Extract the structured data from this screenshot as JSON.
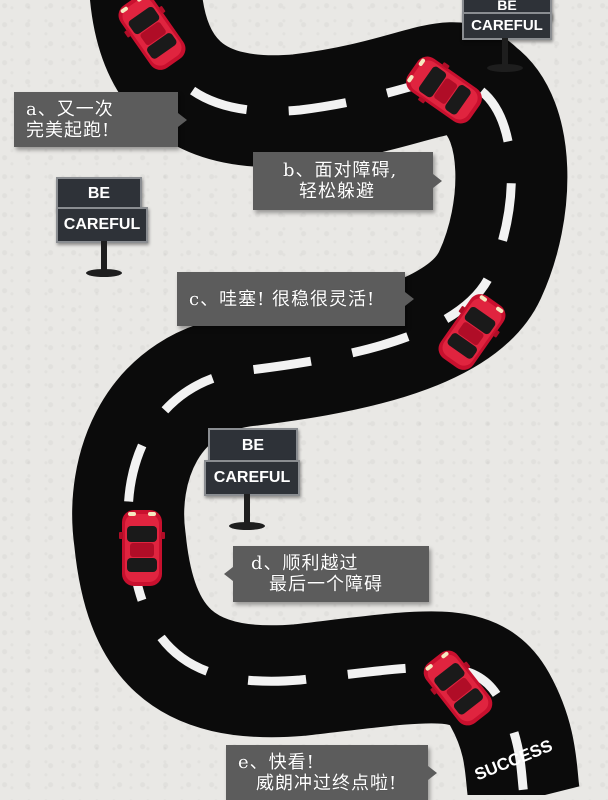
{
  "bubbles": {
    "a": {
      "line1": "a、又一次",
      "line2": "完美起跑!"
    },
    "b": {
      "line1": "b、面对障碍,",
      "line2": "轻松躲避"
    },
    "c": {
      "line1": "c、哇塞! 很稳很灵活!"
    },
    "d": {
      "line1": "d、顺利越过",
      "line2": "最后一个障碍"
    },
    "e": {
      "line1": "e、快看!",
      "line2": "威朗冲过终点啦!"
    }
  },
  "signs": {
    "top": {
      "line1": "BE",
      "line2": "CAREFUL"
    },
    "left": {
      "line1": "BE",
      "line2": "CAREFUL"
    },
    "middle": {
      "line1": "BE",
      "line2": "CAREFUL"
    }
  },
  "finish_label": "SUCCESS",
  "colors": {
    "road": "#0b0b0b",
    "lane_marking": "#ffffff",
    "car_body": "#c8102e",
    "bubble_bg": "#5c5c5c",
    "sign_bg": "#2e3238"
  },
  "icons": [
    "car-icon",
    "sign-icon"
  ]
}
